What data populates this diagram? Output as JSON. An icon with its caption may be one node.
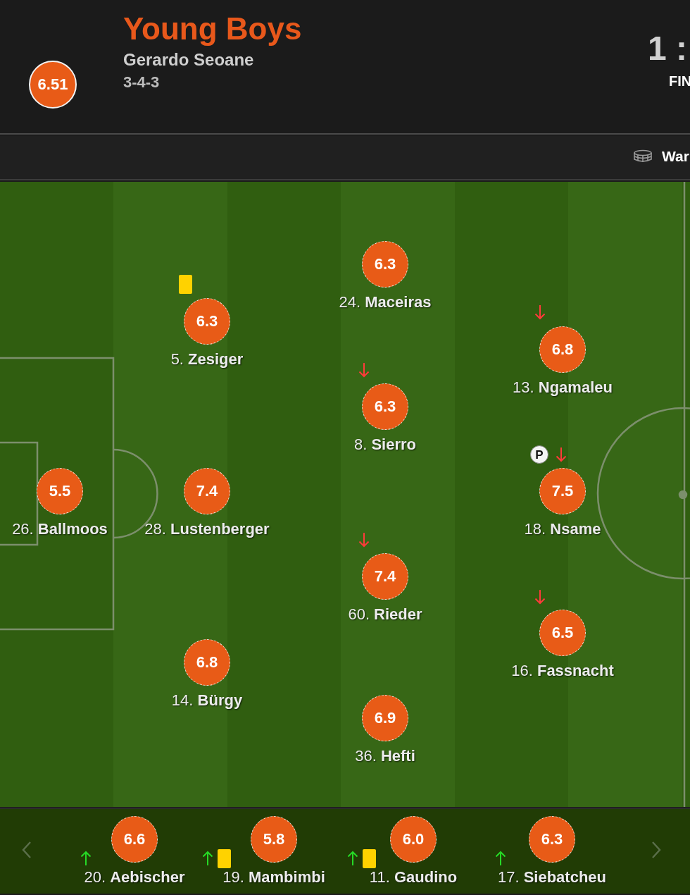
{
  "diagram": {
    "title": "Young Boys",
    "nodes": [
      {
        "text": [
          "6.51"
        ]
      },
      {
        "text": [
          "6.3"
        ],
        "beside": [
          "24. **Maceiras**"
        ]
      },
      {
        "text": [
          "6.3"
        ],
        "beside": [
          "5. **Zesiger**"
        ]
      },
      {
        "text": [
          "6.8"
        ],
        "beside": [
          "13. **Ngamaleu**"
        ]
      },
      {
        "text": [
          "6.3"
        ],
        "beside": [
          "8. **Sierro**"
        ]
      },
      {
        "text": [
          "5.5"
        ],
        "beside": [
          "26. **Ballmoos**"
        ]
      },
      {
        "text": [
          "7.4"
        ],
        "beside": [
          "28. **Lustenberger**"
        ]
      },
      {
        "text": [
          "7.5"
        ],
        "beside": [
          "18. **Nsame**"
        ]
      },
      {
        "text": [
          "7.4"
        ],
        "beside": [
          "60. **Rieder**"
        ]
      },
      {
        "text": [
          "6.5"
        ],
        "beside": [
          "16. **Fassnacht**"
        ]
      },
      {
        "text": [
          "6.8"
        ],
        "beside": [
          "14. **Bürgy**"
        ]
      },
      {
        "text": [
          "6.9"
        ],
        "beside": [
          "36. **Hefti**"
        ]
      },
      {
        "text": [
          "6.6"
        ],
        "beside": [
          "20. **Aebischer**"
        ]
      },
      {
        "text": [
          "5.8"
        ],
        "beside": [
          "19. **Mambimbi**"
        ]
      },
      {
        "text": [
          "6.0"
        ],
        "beside": [
          "11. **Gaudino**"
        ]
      },
      {
        "text": [
          "6.3"
        ],
        "beside": [
          "17. **Siebatcheu**"
        ]
      }
    ],
    "labels": [
      "Gerardo Seoane",
      "3-4-3",
      "1 :",
      "FIN",
      "War",
      "P"
    ]
  }
}
